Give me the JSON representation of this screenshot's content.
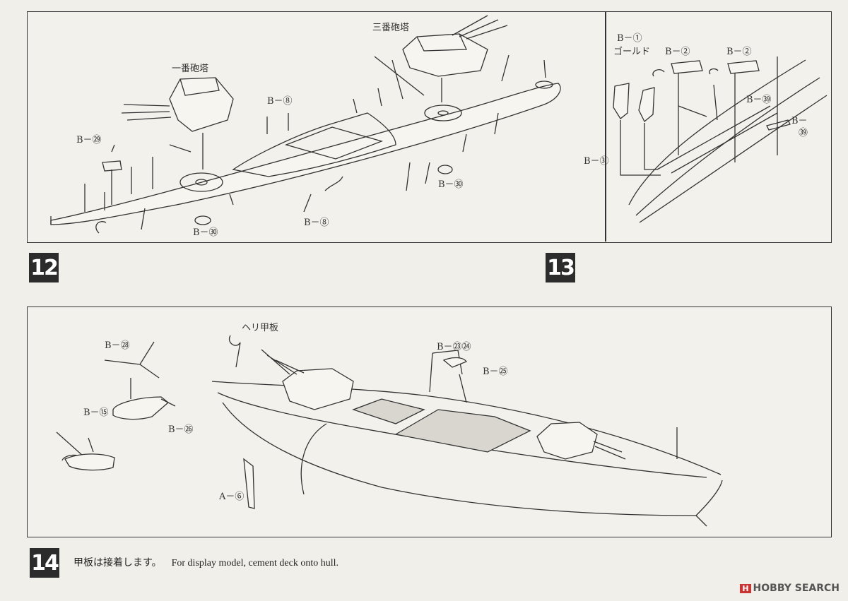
{
  "steps": {
    "s12": "12",
    "s13": "13",
    "s14": "14"
  },
  "step12": {
    "labels": {
      "turret_no1": "一番砲塔",
      "turret_no3": "三番砲塔",
      "b29": "B－㉙",
      "b8_top": "B－⑧",
      "b8_bottom": "B－⑧",
      "b30_left": "B－㉚",
      "b30_right": "B－㉚"
    }
  },
  "step13": {
    "labels": {
      "b1": "B－①",
      "gold": "ゴールド",
      "b2_a": "B－②",
      "b2_b": "B－②",
      "b39_a": "B－㊴",
      "b39_b_dash": "B－",
      "b39_b_num": "㊴",
      "b31": "B－㉛"
    }
  },
  "step14": {
    "labels": {
      "heli_deck": "ヘリ甲板",
      "b28": "B－㉘",
      "b15": "B－⑮",
      "b26": "B－㉖",
      "b2324": "B－㉓㉔",
      "b25": "B－㉕",
      "a6": "A－⑥"
    },
    "caption_jp": "甲板は接着します。",
    "caption_en": "For display model, cement deck onto hull."
  },
  "watermark": {
    "badge": "H",
    "text": "HOBBY SEARCH"
  }
}
